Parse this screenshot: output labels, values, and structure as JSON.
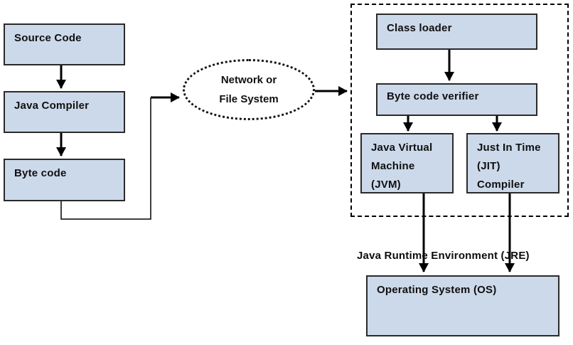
{
  "nodes": {
    "source_code": {
      "label": "Source Code"
    },
    "java_compiler": {
      "label": "Java Compiler"
    },
    "byte_code": {
      "label": "Byte code"
    },
    "network_file_system": {
      "line1": "Network or",
      "line2": "File System"
    },
    "class_loader": {
      "label": "Class loader"
    },
    "byte_code_verifier": {
      "label": "Byte code verifier"
    },
    "jvm": {
      "line1": "Java Virtual",
      "line2": "Machine",
      "line3": "(JVM)"
    },
    "jit": {
      "line1": "Just In Time",
      "line2": "(JIT)",
      "line3": "Compiler"
    },
    "operating_system": {
      "label": "Operating System (OS)"
    }
  },
  "labels": {
    "jre": "Java Runtime Environment (JRE)"
  },
  "edges": [
    {
      "from": "Source Code",
      "to": "Java Compiler"
    },
    {
      "from": "Java Compiler",
      "to": "Byte code"
    },
    {
      "from": "Byte code",
      "to": "Network or File System"
    },
    {
      "from": "Network or File System",
      "to": "Class loader group"
    },
    {
      "from": "Class loader",
      "to": "Byte code verifier"
    },
    {
      "from": "Byte code verifier",
      "to": "Java Virtual Machine (JVM)"
    },
    {
      "from": "Byte code verifier",
      "to": "Just In Time (JIT) Compiler"
    },
    {
      "from": "Java Virtual Machine (JVM)",
      "to": "Operating System (OS)"
    },
    {
      "from": "Just In Time (JIT) Compiler",
      "to": "Operating System (OS)"
    }
  ],
  "colors": {
    "box_fill": "#ccd9ea",
    "box_border": "#2a2a2a",
    "line": "#000000",
    "background": "#ffffff"
  }
}
